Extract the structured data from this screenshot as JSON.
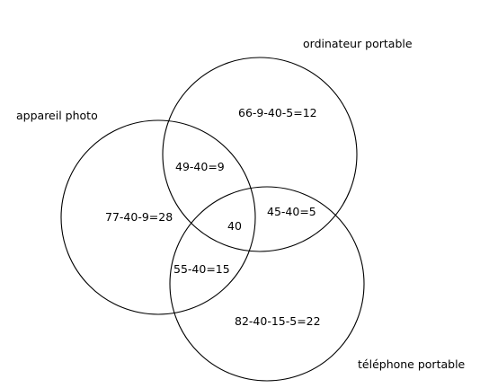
{
  "sets": {
    "laptop": {
      "label": "ordinateur portable"
    },
    "camera": {
      "label": "appareil photo"
    },
    "phone": {
      "label": "téléphone portable"
    }
  },
  "regions": {
    "laptop_only": "66-9-40-5=12",
    "camera_laptop": "49-40=9",
    "camera_only": "77-40-9=28",
    "all_three": "40",
    "laptop_phone": "45-40=5",
    "camera_phone": "55-40=15",
    "phone_only": "82-40-15-5=22"
  },
  "colors": {
    "stroke": "#000000",
    "text": "#000000",
    "background": "#ffffff"
  }
}
